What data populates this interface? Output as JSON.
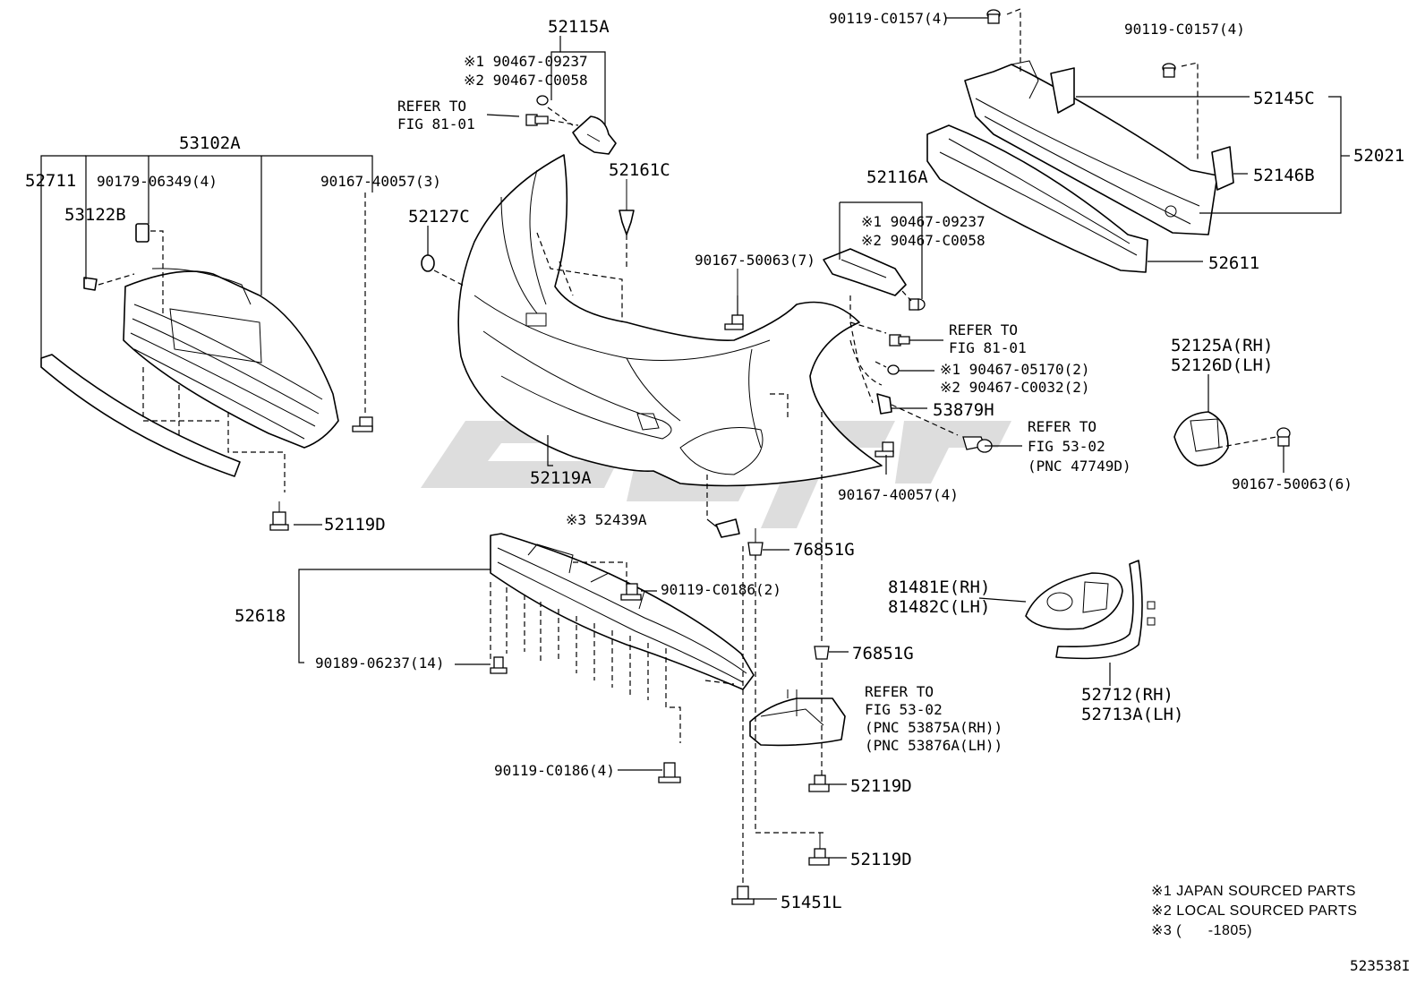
{
  "figure_id": "523538I",
  "labels": {
    "p52115A": "52115A",
    "p52115A_s1": "※1 90467-09237",
    "p52115A_s2": "※2 90467-C0058",
    "ref_81_01_a_1": "REFER TO",
    "ref_81_01_a_2": "FIG 81-01",
    "p52161C": "52161C",
    "p53102A": "53102A",
    "p52711": "52711",
    "p90179_06349": "90179-06349(4)",
    "p90167_40057_3": "90167-40057(3)",
    "p53122B": "53122B",
    "p52127C": "52127C",
    "p52119A": "52119A",
    "p52119D_a": "52119D",
    "p52439A": "※3 52439A",
    "p76851G_a": "76851G",
    "p90119_C0186_2": "90119-C0186(2)",
    "p52618": "52618",
    "p90189_06237": "90189-06237(14)",
    "p76851G_b": "76851G",
    "p90119_C0186_4": "90119-C0186(4)",
    "ref_53_02_b_1": "REFER TO",
    "ref_53_02_b_2": "FIG 53-02",
    "ref_53_02_b_3": "(PNC 53875A(RH))",
    "ref_53_02_b_4": "(PNC 53876A(LH))",
    "p52119D_b": "52119D",
    "p52119D_c": "52119D",
    "p51451L": "51451L",
    "p90119_C0157_a": "90119-C0157(4)",
    "p90119_C0157_b": "90119-C0157(4)",
    "p52145C": "52145C",
    "p52021": "52021",
    "p52146B": "52146B",
    "p52611": "52611",
    "p52116A": "52116A",
    "p52116A_s1": "※1 90467-09237",
    "p52116A_s2": "※2 90467-C0058",
    "p90167_50063_7": "90167-50063(7)",
    "ref_81_01_b_1": "REFER TO",
    "ref_81_01_b_2": "FIG 81-01",
    "p_s1_05170": "※1 90467-05170(2)",
    "p_s2_C0032": "※2 90467-C0032(2)",
    "p53879H": "53879H",
    "ref_53_02_a_1": "REFER TO",
    "ref_53_02_a_2": "FIG 53-02",
    "ref_53_02_a_3": "(PNC 47749D)",
    "p90167_40057_4": "90167-40057(4)",
    "p52125A": "52125A(RH)",
    "p52126D": "52126D(LH)",
    "p90167_50063_6": "90167-50063(6)",
    "p81481E": "81481E(RH)",
    "p81482C": "81482C(LH)",
    "p52712": "52712(RH)",
    "p52713A": "52713A(LH)"
  },
  "notes": {
    "n1": "※1 JAPAN SOURCED PARTS",
    "n2": "※2 LOCAL SOURCED PARTS",
    "n3": "※3 (      -1805)"
  }
}
